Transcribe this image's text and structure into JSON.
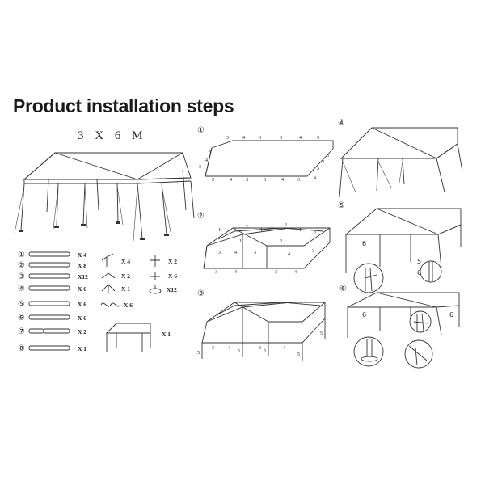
{
  "header": {
    "title": "Product installation steps",
    "subtitle": "3 X 6 M"
  },
  "parts": [
    {
      "index": "①",
      "qty": "X 4"
    },
    {
      "index": "②",
      "qty": "X 8"
    },
    {
      "index": "③",
      "qty": "X12"
    },
    {
      "index": "④",
      "qty": "X 6"
    },
    {
      "index": "⑤",
      "qty": "X 6"
    },
    {
      "index": "⑥",
      "qty": "X 6"
    },
    {
      "index": "⑦",
      "qty": "X 2"
    },
    {
      "index": "⑧",
      "qty": "X 1"
    }
  ],
  "connectors": [
    {
      "qty": "X 4"
    },
    {
      "qty": "X 2"
    },
    {
      "qty": "X 1"
    },
    {
      "qty": "X 6"
    }
  ],
  "fittings": [
    {
      "qty": "X 2"
    },
    {
      "qty": "X 6"
    },
    {
      "qty": "X12"
    }
  ],
  "canopy_qty": "X 1",
  "steps": [
    "①",
    "②",
    "③",
    "④",
    "⑤",
    "⑥"
  ],
  "frame_labels": {
    "step1": [
      "3",
      "4",
      "3",
      "4",
      "3",
      "3",
      "4",
      "3",
      "4",
      "3",
      "3",
      "4",
      "3",
      "4",
      "3",
      "3",
      "4",
      "3",
      "4"
    ],
    "step2": [
      "1",
      "2",
      "1",
      "2",
      "1",
      "2",
      "1",
      "2",
      "3",
      "4",
      "3",
      "4",
      "3",
      "4"
    ],
    "step3": [
      "5",
      "5",
      "5",
      "5",
      "5"
    ]
  },
  "detail_labels": [
    "6",
    "5",
    "6",
    "6",
    "6"
  ]
}
